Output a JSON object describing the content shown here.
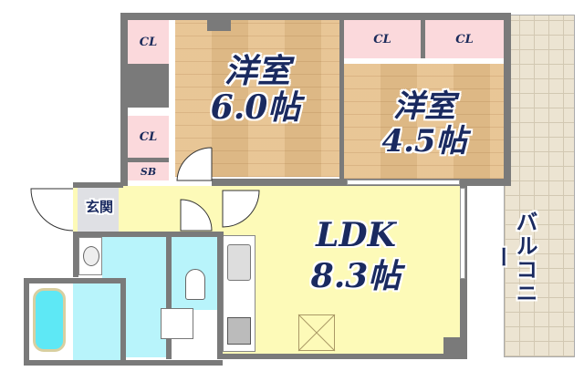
{
  "floorplan": {
    "rooms": {
      "western_room_1": {
        "name": "洋室",
        "size": "6.0帖"
      },
      "western_room_2": {
        "name": "洋室",
        "size": "4.5帖"
      },
      "ldk": {
        "name": "LDK",
        "size": "8.3帖"
      },
      "balcony": {
        "name": "バルコニー"
      },
      "entrance": {
        "name": "玄関"
      }
    },
    "storage": {
      "closet_1": "CL",
      "closet_2": "CL",
      "closet_3": "CL",
      "closet_4": "CL",
      "shoe_box": "SB"
    },
    "colors": {
      "wall": "#7a7a7a",
      "closet": "#fbd9dc",
      "wood_floor": "#e6bf8a",
      "ldk_floor": "#fdfab8",
      "wet_area": "#b8f4fb",
      "balcony": "#ece4d2",
      "label_text": "#1a2a60"
    }
  }
}
